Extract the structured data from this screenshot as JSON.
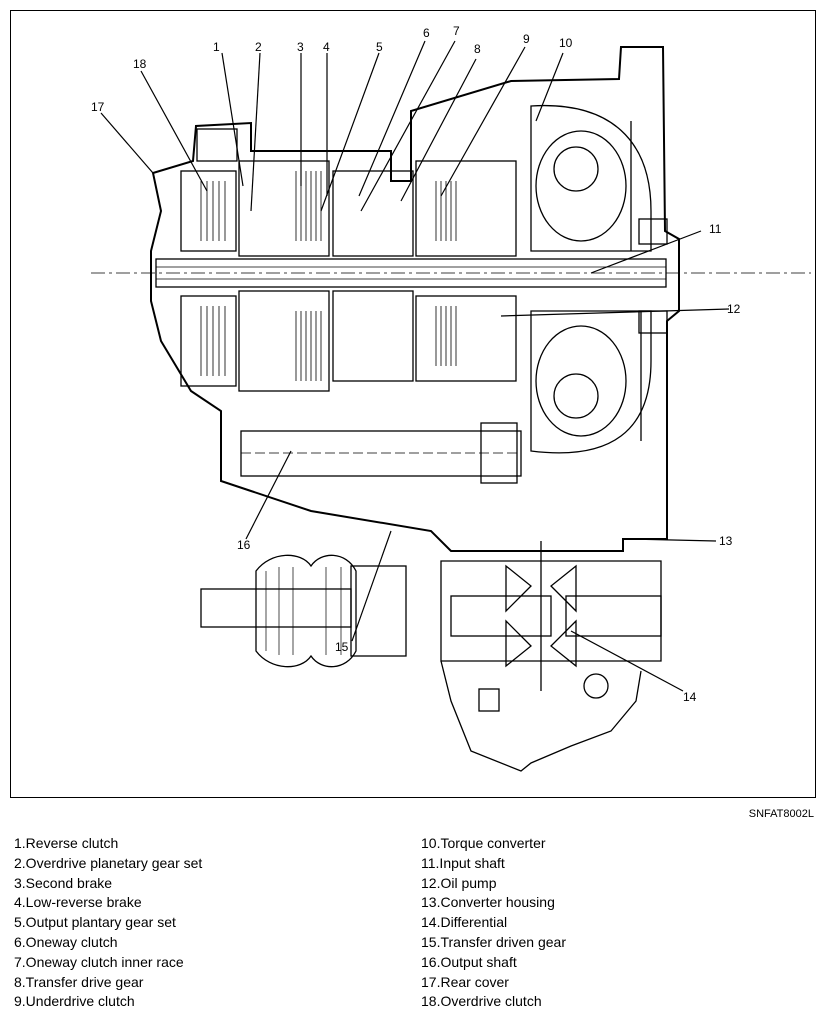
{
  "figure_code": "SNFAT8002L",
  "callouts": [
    "1",
    "2",
    "3",
    "4",
    "5",
    "6",
    "7",
    "8",
    "9",
    "10",
    "11",
    "12",
    "13",
    "14",
    "15",
    "16",
    "17",
    "18"
  ],
  "legend_left": [
    "1.Reverse clutch",
    "2.Overdrive planetary gear set",
    "3.Second brake",
    "4.Low-reverse brake",
    "5.Output plantary gear set",
    "6.Oneway clutch",
    "7.Oneway clutch inner race",
    "8.Transfer drive gear",
    "9.Underdrive clutch"
  ],
  "legend_right": [
    "10.Torque converter",
    "11.Input shaft",
    "12.Oil pump",
    "13.Converter housing",
    "14.Differential",
    "15.Transfer driven gear",
    "16.Output shaft",
    "17.Rear cover",
    "18.Overdrive clutch"
  ]
}
